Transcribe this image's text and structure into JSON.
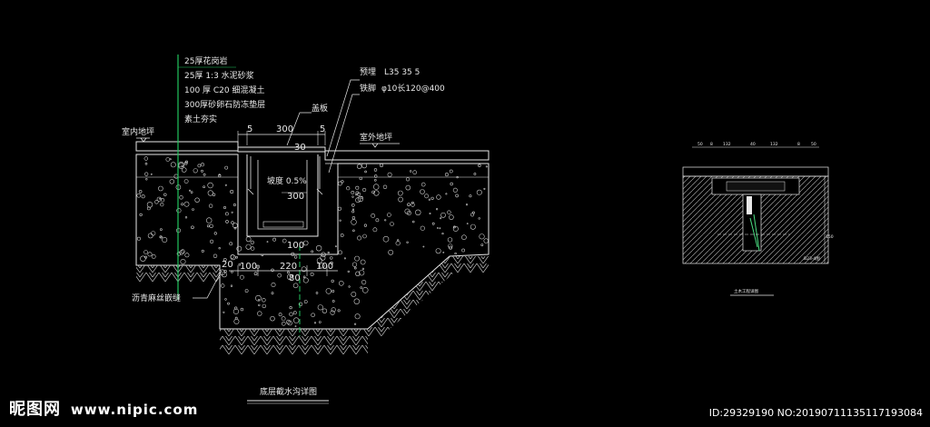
{
  "main_detail": {
    "layers": [
      "25厚花岗岩",
      "25厚 1:3 水泥砂浆",
      "100 厚 C20 细混凝土",
      "300厚砂卵石防冻垫层",
      "素土夯实"
    ],
    "embed_label": "预埋",
    "embed_spec": "L35 35 5",
    "anchor_label": "铁脚",
    "anchor_spec": "φ10长120@400",
    "cover_label": "盖板",
    "indoor_label": "室内地坪",
    "outdoor_label": "室外地坪",
    "slope_label": "坡度 0.5%",
    "joint_label": "沥青麻丝嵌缝",
    "dims": {
      "d5a": "5",
      "d300_top": "300",
      "d5b": "5",
      "d30": "30",
      "d300_inner": "300",
      "d100_mid": "100",
      "d100_l": "100",
      "d220": "220",
      "d100_r": "100",
      "d20": "20",
      "d80": "80"
    },
    "title": "底层截水沟详图"
  },
  "small_detail": {
    "dims_top": [
      "50",
      "8",
      "132",
      "40",
      "132",
      "8",
      "50"
    ],
    "side_dim": "150",
    "code": "B23-4图",
    "title": "土木工程详图"
  },
  "watermark": {
    "logo": "昵图网",
    "site": "www.nipic.com",
    "id_text": "ID:29329190 NO:20190711135117193084"
  },
  "colors": {
    "background": "#000000",
    "line": "#e8e8e8",
    "green_axis": "#22c55e",
    "accent_green": "#4ade80"
  }
}
